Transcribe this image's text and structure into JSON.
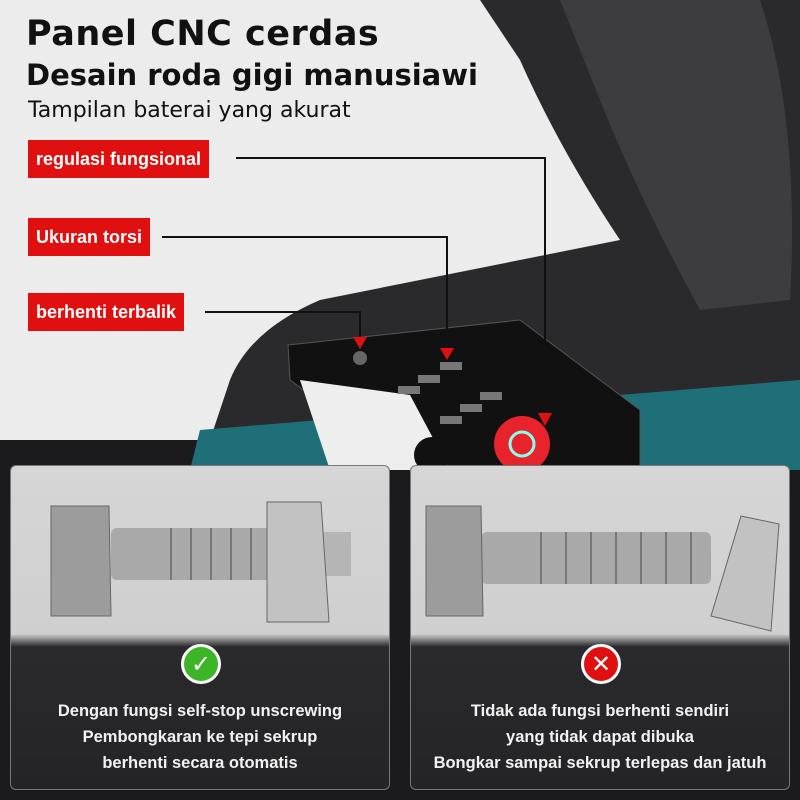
{
  "headline": {
    "title": "Panel CNC cerdas",
    "subtitle": "Desain roda gigi manusiawi",
    "tagline": "Tampilan baterai yang akurat"
  },
  "callouts": [
    {
      "label": "regulasi fungsional"
    },
    {
      "label": "Ukuran torsi"
    },
    {
      "label": "berhenti terbalik"
    }
  ],
  "comparison": {
    "left": {
      "icon": "check-icon",
      "status_color": "#3cb527",
      "lines": [
        "Dengan fungsi self-stop unscrewing",
        "Pembongkaran ke tepi sekrup",
        "berhenti secara otomatis"
      ]
    },
    "right": {
      "icon": "x-icon",
      "status_color": "#e01010",
      "lines": [
        "Tidak ada fungsi berhenti sendiri",
        "yang tidak dapat dibuka",
        "Bongkar sampai sekrup terlepas dan jatuh"
      ]
    }
  },
  "colors": {
    "accent": "#e01010",
    "tool_teal": "#1e6f78"
  }
}
